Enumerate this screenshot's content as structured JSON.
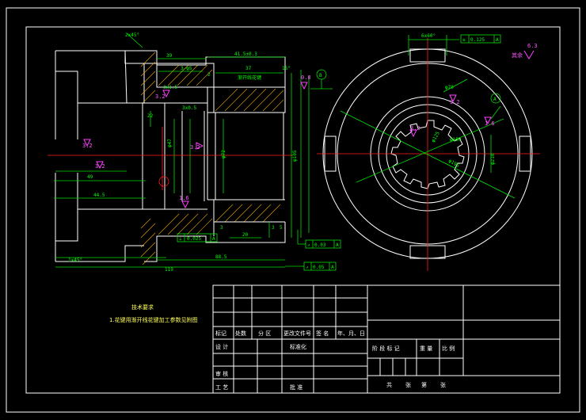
{
  "colors": {
    "background": "#000000",
    "outline": "#ffffff",
    "dimension": "#00e000",
    "centerline": "#ff2020",
    "roughness": "#ff40ff",
    "hatch": "#e8a000",
    "note": "#ffff55"
  },
  "section_view": {
    "dims": {
      "chamfer_top": "2x45°",
      "d39": "39",
      "d3_r2": "3-φ5",
      "d41": "41.5±0.3",
      "d37": "37",
      "d2": "2",
      "d3x15": "3x1.5",
      "d22": "22",
      "d3x0_5": "3x0.5",
      "diam_bore": "φ47",
      "diam_a": "φ72",
      "diam_b": "φ105",
      "d49": "49",
      "d44_5": "44.5",
      "d88_5": "88.5",
      "d119": "119",
      "chamfer_bottom": "1x45°",
      "d3": "3",
      "d3b": "3",
      "d5": "5",
      "d20": "20",
      "spline_note": "渐开线花键",
      "dim_15": "15°",
      "datum_b": "B",
      "datum_a": "A"
    },
    "roughness": {
      "r1": "3.2",
      "r2": "3.2",
      "r3": "3.2",
      "r4": "1.6",
      "r5": "3.2",
      "r6": "0.8"
    },
    "tolerances": {
      "perp": {
        "sym": "⊥",
        "val": "0.025",
        "ref": "A"
      },
      "runout1": {
        "sym": "↗",
        "val": "0.03",
        "ref": "A"
      },
      "runout2": {
        "sym": "↗",
        "val": "0.05",
        "ref": "A"
      }
    }
  },
  "end_view": {
    "dims": {
      "angle": "6x60°",
      "d1": "φ70",
      "d2": "φ125",
      "d3": "φ150",
      "d4": "φ195",
      "d5": "φ210"
    },
    "tol": {
      "sym": "≡",
      "val": "0.125",
      "ref": "A"
    },
    "roughness": {
      "r1": "3.2",
      "r2": "1.6",
      "r3": "3.2"
    },
    "datum": "A",
    "rest_mark": "其余",
    "rest_val": "6.3"
  },
  "notes": {
    "title": "技术要求",
    "line1": "1.花键用渐开线花键加工参数见附图"
  },
  "title_block": {
    "c_biaoji": "标记",
    "c_chushu": "处数",
    "c_fenqu": "分 区",
    "c_genggai": "更改文件号",
    "c_qianming": "签 名",
    "c_nianyueri": "年、月、日",
    "c_sheji": "设 计",
    "c_biaozhunhua": "标准化",
    "c_shenhe": "审 核",
    "c_gongyi": "工 艺",
    "c_pizhun": "批 准",
    "c_jieduan": "阶 段 标 记",
    "c_zhongliang": "重 量",
    "c_bili": "比 例",
    "c_gong": "共",
    "c_zhang": "张",
    "c_di": "第",
    "c_zhang2": "张"
  }
}
